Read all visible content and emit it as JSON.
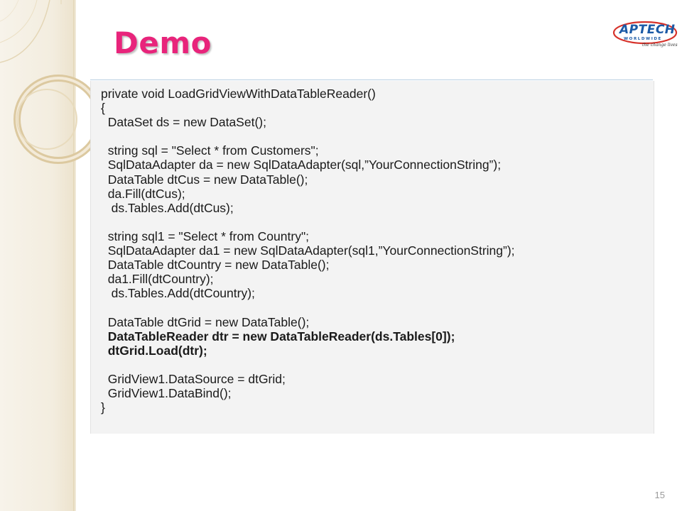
{
  "slide": {
    "title": "Demo",
    "page_number": "15"
  },
  "logo": {
    "brand": "APTECH",
    "sub": "WORLDWIDE",
    "tagline": "the change lives"
  },
  "code": {
    "lines": [
      {
        "text": "private void LoadGridViewWithDataTableReader()",
        "bold": false
      },
      {
        "text": "{",
        "bold": false
      },
      {
        "text": "  DataSet ds = new DataSet();",
        "bold": false
      },
      {
        "text": "",
        "bold": false
      },
      {
        "text": "  string sql = \"Select * from Customers\";",
        "bold": false
      },
      {
        "text": "  SqlDataAdapter da = new SqlDataAdapter(sql,”YourConnectionString”);",
        "bold": false
      },
      {
        "text": "  DataTable dtCus = new DataTable();",
        "bold": false
      },
      {
        "text": "  da.Fill(dtCus);",
        "bold": false
      },
      {
        "text": "   ds.Tables.Add(dtCus);",
        "bold": false
      },
      {
        "text": "",
        "bold": false
      },
      {
        "text": "  string sql1 = \"Select * from Country\";",
        "bold": false
      },
      {
        "text": "  SqlDataAdapter da1 = new SqlDataAdapter(sql1,”YourConnectionString”);",
        "bold": false
      },
      {
        "text": "  DataTable dtCountry = new DataTable();",
        "bold": false
      },
      {
        "text": "  da1.Fill(dtCountry);",
        "bold": false
      },
      {
        "text": "   ds.Tables.Add(dtCountry);",
        "bold": false
      },
      {
        "text": "",
        "bold": false
      },
      {
        "text": "  DataTable dtGrid = new DataTable();",
        "bold": false
      },
      {
        "text": "  DataTableReader dtr = new DataTableReader(ds.Tables[0]);",
        "bold": true
      },
      {
        "text": "  dtGrid.Load(dtr);",
        "bold": true
      },
      {
        "text": "",
        "bold": false
      },
      {
        "text": "  GridView1.DataSource = dtGrid;",
        "bold": false
      },
      {
        "text": "  GridView1.DataBind();",
        "bold": false
      },
      {
        "text": "}",
        "bold": false
      }
    ]
  },
  "colors": {
    "title": "#e8247b",
    "logo": "#1b5aa6",
    "decor": "#d9c79e"
  }
}
